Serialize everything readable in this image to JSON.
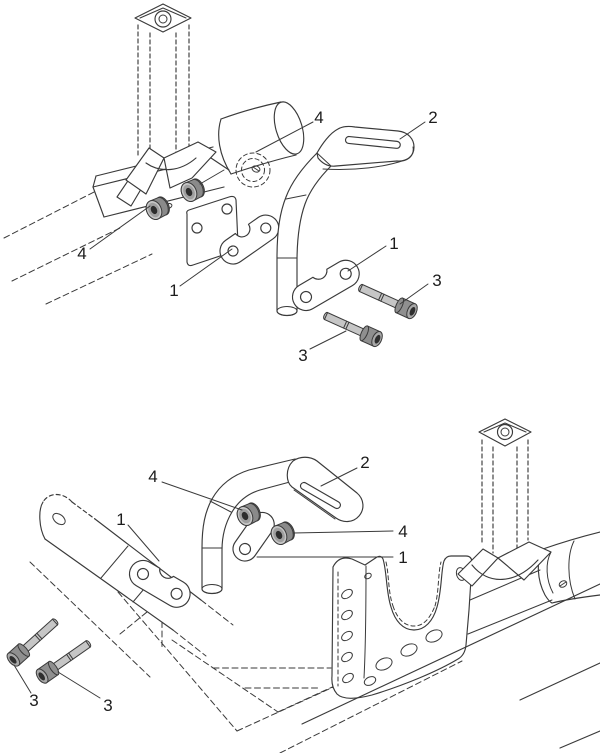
{
  "figure": {
    "type": "exploded-parts-diagram",
    "views": [
      "upper-assembly-view",
      "lower-assembly-view"
    ],
    "colors": {
      "background": "#ffffff",
      "line-color": "#3a3a3a",
      "label-color": "#1c1c1c",
      "part-fill": "#ffffff",
      "bolt-shaft": "#c6c6c6",
      "bolt-head": "#8f8f8f",
      "bolt-cap": "#a8a8a8",
      "bolt-socket": "#2e2e2e",
      "screw-body": "#8a8a8a",
      "screw-face": "#c6c6c6",
      "screw-face-inner": "#9f9f9f",
      "screw-hole": "#2d2d2d",
      "screw-back": "#6e6e6e"
    }
  },
  "callouts": {
    "top_view": {
      "n4_top": "4",
      "n2": "2",
      "n1_right": "1",
      "n3_right": "3",
      "n3_bottom": "3",
      "n4_left": "4",
      "n1_left": "1"
    },
    "bottom_view": {
      "n4_top": "4",
      "n1_left": "1",
      "n2": "2",
      "n4_right": "4",
      "n1_right": "1",
      "n3_left": "3",
      "n3_right": "3"
    }
  }
}
